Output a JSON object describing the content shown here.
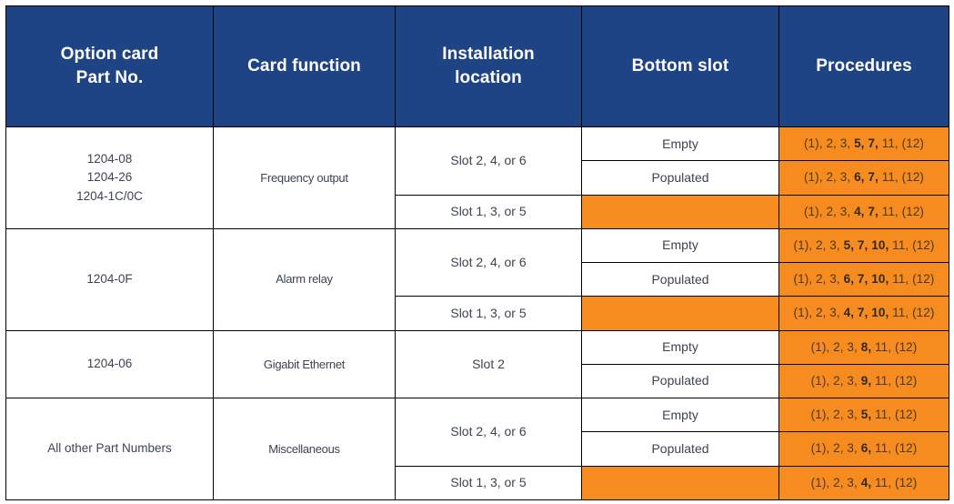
{
  "table": {
    "headers": [
      {
        "lines": [
          "Option card",
          "Part No."
        ]
      },
      {
        "lines": [
          "Card function"
        ]
      },
      {
        "lines": [
          "Installation",
          "location"
        ]
      },
      {
        "lines": [
          "Bottom slot"
        ]
      },
      {
        "lines": [
          "Procedures"
        ]
      }
    ],
    "colors": {
      "header_bg": "#1F4485",
      "header_text": "#FFFFFF",
      "procedures_bg": "#F68B1F",
      "cell_bg": "#FFFFFF",
      "cell_text": "#3D4450",
      "border": "#000000"
    },
    "groups": [
      {
        "part_numbers": [
          "1204-08",
          "1204-26",
          "1204-1C/0C"
        ],
        "card_function": "Frequency output",
        "locations": [
          {
            "location": "Slot 2, 4, or 6",
            "rows": [
              {
                "bottom_slot": "Empty",
                "bottom_slot_blank": false,
                "procedure_pre": "(1), 2, 3, ",
                "procedure_bold": "5, 7,",
                "procedure_post": " 11, (12)"
              },
              {
                "bottom_slot": "Populated",
                "bottom_slot_blank": false,
                "procedure_pre": "(1), 2, 3, ",
                "procedure_bold": "6, 7,",
                "procedure_post": " 11, (12)"
              }
            ]
          },
          {
            "location": "Slot 1, 3, or 5",
            "rows": [
              {
                "bottom_slot": "",
                "bottom_slot_blank": true,
                "procedure_pre": "(1), 2, 3, ",
                "procedure_bold": "4, 7,",
                "procedure_post": " 11, (12)"
              }
            ]
          }
        ]
      },
      {
        "part_numbers": [
          "1204-0F"
        ],
        "card_function": "Alarm relay",
        "locations": [
          {
            "location": "Slot 2, 4, or 6",
            "rows": [
              {
                "bottom_slot": "Empty",
                "bottom_slot_blank": false,
                "procedure_pre": "(1), 2, 3, ",
                "procedure_bold": "5, 7, 10,",
                "procedure_post": " 11, (12)"
              },
              {
                "bottom_slot": "Populated",
                "bottom_slot_blank": false,
                "procedure_pre": "(1), 2, 3, ",
                "procedure_bold": "6, 7, 10,",
                "procedure_post": " 11, (12)"
              }
            ]
          },
          {
            "location": "Slot 1, 3, or 5",
            "rows": [
              {
                "bottom_slot": "",
                "bottom_slot_blank": true,
                "procedure_pre": "(1), 2, 3, ",
                "procedure_bold": "4, 7, 10,",
                "procedure_post": " 11, (12)"
              }
            ]
          }
        ]
      },
      {
        "part_numbers": [
          "1204-06"
        ],
        "card_function": "Gigabit Ethernet",
        "locations": [
          {
            "location": "Slot 2",
            "rows": [
              {
                "bottom_slot": "Empty",
                "bottom_slot_blank": false,
                "procedure_pre": "(1), 2, 3, ",
                "procedure_bold": "8,",
                "procedure_post": " 11, (12)"
              },
              {
                "bottom_slot": "Populated",
                "bottom_slot_blank": false,
                "procedure_pre": "(1), 2, 3, ",
                "procedure_bold": "9,",
                "procedure_post": " 11, (12)"
              }
            ]
          }
        ]
      },
      {
        "part_numbers": [
          "All other Part Numbers"
        ],
        "card_function": "Miscellaneous",
        "locations": [
          {
            "location": "Slot 2, 4, or 6",
            "rows": [
              {
                "bottom_slot": "Empty",
                "bottom_slot_blank": false,
                "procedure_pre": "(1), 2, 3, ",
                "procedure_bold": "5,",
                "procedure_post": " 11, (12)"
              },
              {
                "bottom_slot": "Populated",
                "bottom_slot_blank": false,
                "procedure_pre": "(1), 2, 3, ",
                "procedure_bold": "6,",
                "procedure_post": " 11, (12)"
              }
            ]
          },
          {
            "location": "Slot 1, 3, or 5",
            "rows": [
              {
                "bottom_slot": "",
                "bottom_slot_blank": true,
                "procedure_pre": "(1), 2, 3, ",
                "procedure_bold": "4,",
                "procedure_post": " 11, (12)"
              }
            ]
          }
        ]
      }
    ]
  }
}
